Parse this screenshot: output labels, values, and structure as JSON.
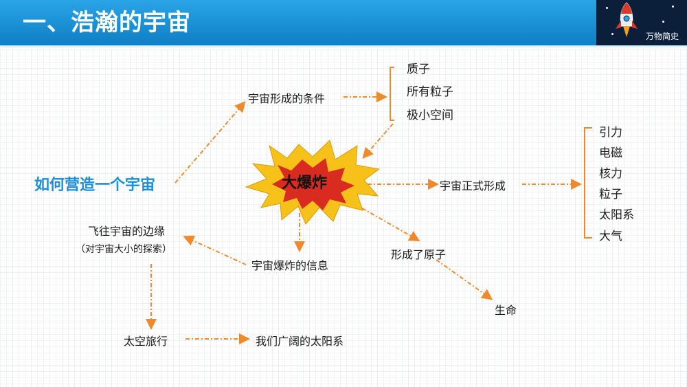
{
  "header": {
    "title": "一、浩瀚的宇宙",
    "badge_text": "万物简史",
    "badge_icon": "rocket-icon"
  },
  "colors": {
    "accent": "#1d8fd8",
    "arrow": "#ee8a2c",
    "burst_outer": "#f6c21a",
    "burst_inner": "#d92b1f"
  },
  "diagram": {
    "start": "如何营造一个宇宙",
    "center": "大爆炸",
    "conditions": "宇宙形成的条件",
    "conditions_items": [
      "质子",
      "所有粒子",
      "极小空间"
    ],
    "formation": "宇宙正式形成",
    "formation_items": [
      "引力",
      "电磁",
      "核力",
      "粒子",
      "太阳系",
      "大气"
    ],
    "atoms": "形成了原子",
    "life": "生命",
    "info": "宇宙爆炸的信息",
    "edge": "飞往宇宙的边缘",
    "edge_note": "（对宇宙大小的探索）",
    "travel": "太空旅行",
    "solar": "我们广阔的太阳系"
  }
}
